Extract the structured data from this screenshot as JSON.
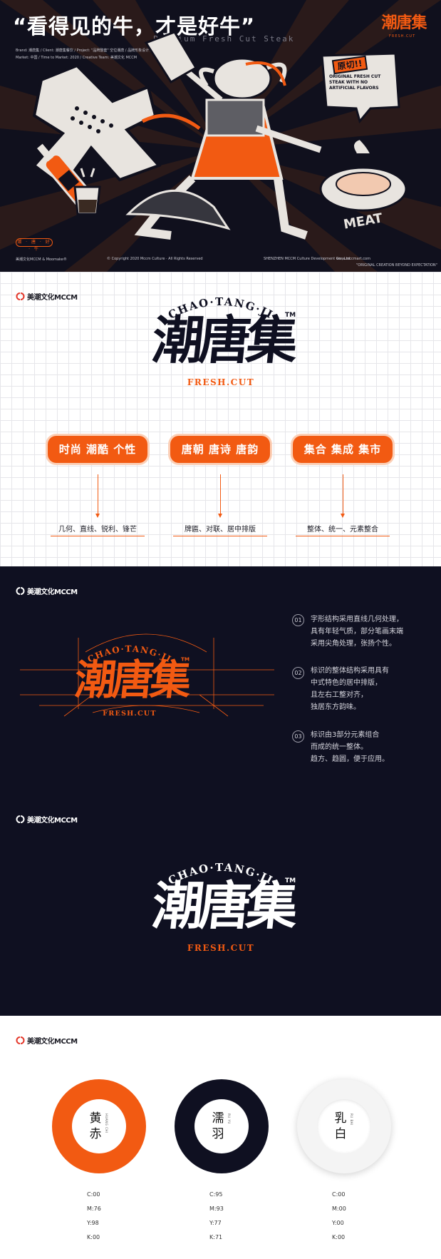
{
  "hero": {
    "title": "“看得见的牛，才是好牛”",
    "subtitle": "Premium Fresh Cut Steak",
    "logo": "潮唐集",
    "logo_sub": "FRESH.CUT",
    "meta_line1": "Brand: 潮唐集 / Client: 潮唐集餐饮 / Project: \"品牌整套\" 空位潮唐 / 品牌形象设计 / Category: 餐饮",
    "meta_line2": "Market: 中国 / Time to Market: 2020 / Creative Team: 美潮文化 MCCM",
    "tag": "潮 · 唐 · 好 · 牛",
    "foot_brands": "美潮文化MCCM  &  Moomake®",
    "foot_copyright": "© Copyright 2020 Mccm Culture · All Rights Reserved",
    "foot_company": "SHENZHEN MCCM Culture Development Co., Ltd.",
    "foot_site": "www.mccmart.com",
    "foot_slogan": "\"ORIGINAL CREATION BEYOND EXPECTATION\"",
    "bubble_title": "原切!!",
    "bubble_text": "ORIGINAL FRESH CUT STEAK WITH NO ARTIFICIAL FLAVORS",
    "meat_label": "MEAT"
  },
  "brand_text": "美潮文化MCCM",
  "logo": {
    "arc_text": "CHAO·TANG·JI",
    "word": "潮唐集",
    "tm": "TM",
    "fresh": "FRESH.CUT"
  },
  "concepts": [
    {
      "pill": "时尚 潮酷 个性",
      "note": "几何、直线、锐利、锋芒"
    },
    {
      "pill": "唐朝 唐诗 唐韵",
      "note": "牌匾、对联、居中排版"
    },
    {
      "pill": "集合 集成 集市",
      "note": "整体、统一、元素整合"
    }
  ],
  "explanations": [
    {
      "num": "01",
      "lines": [
        "字形结构采用直线几何处理，",
        "具有年轻气质，部分笔画末端",
        "采用尖角处理，张扬个性。"
      ]
    },
    {
      "num": "02",
      "lines": [
        "标识的整体结构采用具有",
        "中式特色的居中排版，",
        "且左右工整对齐，",
        "独居东方韵味。"
      ]
    },
    {
      "num": "03",
      "lines": [
        "标识由3部分元素组合",
        "而成的统一整体。",
        "趋方、趋圆，便于应用。"
      ]
    }
  ],
  "colors": [
    {
      "name": "黄赤",
      "en": "HUANG CHI",
      "hex": "#f25a12",
      "c": "C:00",
      "m": "M:76",
      "y": "Y:98",
      "k": "K:00"
    },
    {
      "name": "濡羽",
      "en": "RU YU",
      "hex": "#0f1021",
      "c": "C:95",
      "m": "M:93",
      "y": "Y:77",
      "k": "K:71"
    },
    {
      "name": "乳白",
      "en": "RU BAI",
      "hex": "#f4f4f4",
      "c": "C:00",
      "m": "M:00",
      "y": "Y:00",
      "k": "K:00"
    }
  ],
  "palette": {
    "orange": "#f25a12",
    "navy": "#0f1021",
    "white": "#ffffff"
  }
}
